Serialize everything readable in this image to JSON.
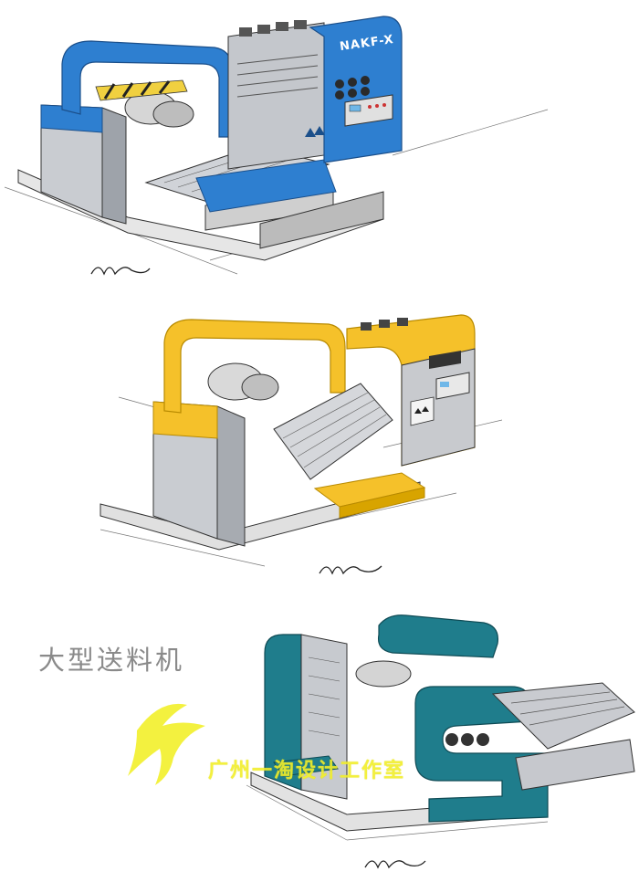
{
  "caption": "大型送料机",
  "watermark_text": "广州一淘设计工作室",
  "machine_brand": "NAKF-X",
  "icons": [
    "signature-scribble",
    "studio-logo-brush-mark"
  ],
  "colors": {
    "blue": "#2e7fd0",
    "yellow": "#f5c12a",
    "teal": "#1f7d8c",
    "steel": "#b9bcc2",
    "watermark": "#f2ef2a",
    "caption": "#8a8a8a"
  }
}
